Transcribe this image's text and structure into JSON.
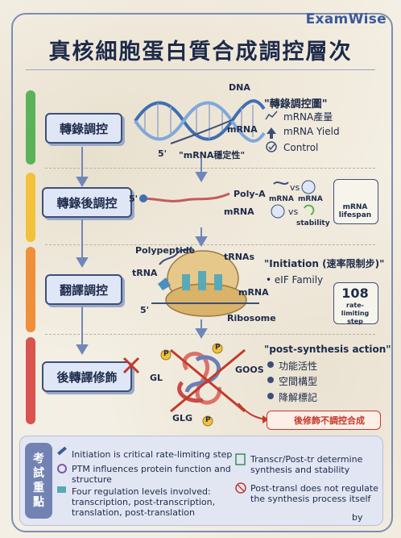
{
  "brand": "ExamWise",
  "title": "真核細胞蛋白質合成調控層次",
  "levels": [
    {
      "label": "轉錄調控",
      "color": "#5ab35a"
    },
    {
      "label": "轉錄後調控",
      "color": "#f2c23a"
    },
    {
      "label": "翻譯調控",
      "color": "#ef8f3a"
    },
    {
      "label": "後轉譯修飾",
      "color": "#d9534f"
    }
  ],
  "transcription": {
    "dna": "DNA",
    "mrna": "mRNA",
    "five_prime": "5'",
    "stability": "\"mRNA穩定性\"",
    "legend_title": "\"轉錄調控圖\"",
    "legend_items": [
      "mRNA產量",
      "mRNA Yield",
      "Control"
    ]
  },
  "posttranscription": {
    "five_prime": "5'",
    "polya": "Poly-A",
    "mrna": "mRNA",
    "vs": "vs",
    "mrna_a": "mRNA",
    "mrna_b": "mRNA",
    "stability": "stability",
    "lifespan": "mRNA lifespan"
  },
  "translation": {
    "polypeptide": "Polypeptide",
    "trna": "tRNA",
    "trnas": "tRNAs",
    "mrna": "mRNA",
    "ribosome": "Ribosome",
    "five_prime": "5'",
    "initiation": "\"Initiation (速率限制步)\"",
    "eif": "• eIF Family",
    "number": "108",
    "number_caption": "rate-limiting step"
  },
  "ptm": {
    "gl": "GL",
    "glg": "GLG",
    "goos": "GOOS",
    "p": "P",
    "title": "\"post-synthesis action\"",
    "items": [
      "功能活性",
      "空間構型",
      "降解標記"
    ],
    "warning": "後修飾不調控合成"
  },
  "summary": {
    "label": [
      "考",
      "試",
      "重",
      "點"
    ],
    "left": [
      "Initiation is critical rate-limiting step",
      "PTM influences protein function and structure",
      "Four regulation levels involved: transcription, post-transcription, translation, post-translation"
    ],
    "right": [
      "Transcr/Post-tr determine synthesis and stability",
      "Post-transl does not regulate the synthesis process itself"
    ],
    "by": "by"
  },
  "colors": {
    "accent": "#3a5a9a",
    "warning": "#c33a2a"
  }
}
